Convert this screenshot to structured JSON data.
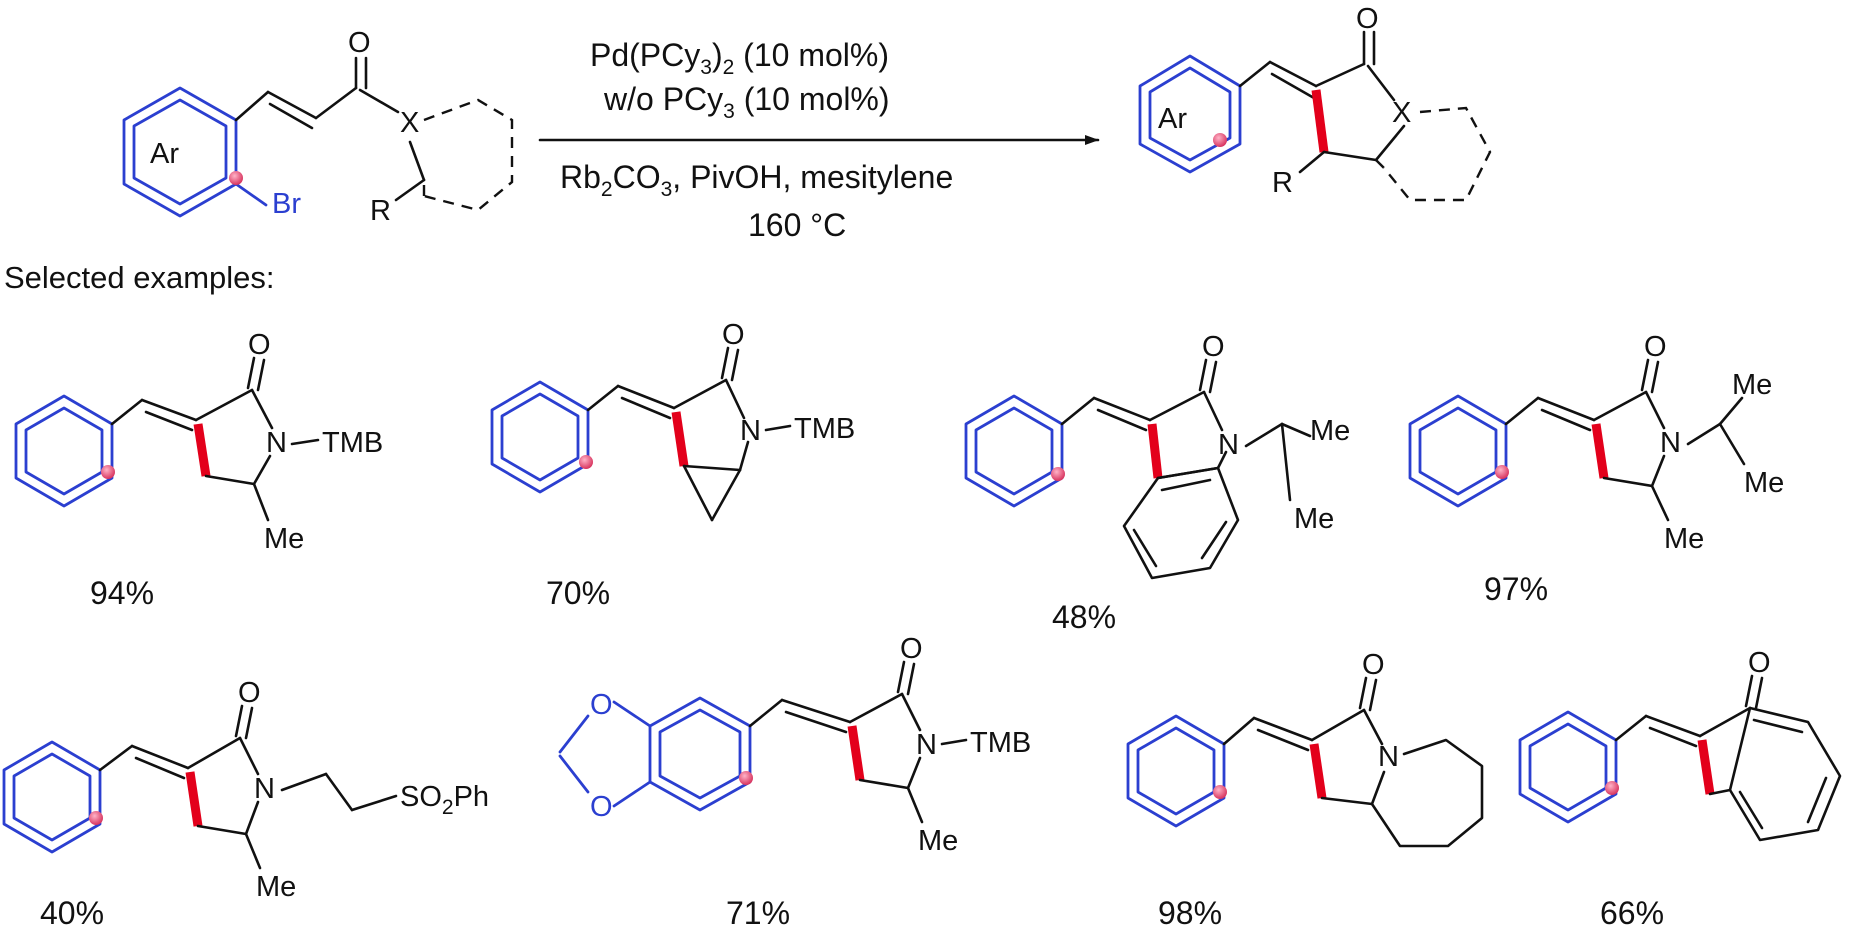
{
  "conditions": {
    "line1_main": "Pd(PCy",
    "line1_sub": "3",
    "line1_tail": ")",
    "line1_sub2": "2",
    "line1_end": " (10 mol%)",
    "line2_main": "w/o PCy",
    "line2_sub": "3",
    "line2_end": " (10 mol%)",
    "line3_a": "Rb",
    "line3_sub1": "2",
    "line3_b": "CO",
    "line3_sub2": "3",
    "line3_c": ", PivOH, mesitylene",
    "line4": "160 °C"
  },
  "substrate": {
    "ring": "Ar",
    "halogen": "Br",
    "o": "O",
    "x": "X",
    "r": "R"
  },
  "product": {
    "ring": "Ar",
    "o": "O",
    "x": "X",
    "r": "R"
  },
  "heading": "Selected examples:",
  "examples": [
    {
      "yield": "94%",
      "o": "O",
      "n": "N",
      "sub": "TMB",
      "me": "Me"
    },
    {
      "yield": "70%",
      "o": "O",
      "n": "N",
      "sub": "TMB"
    },
    {
      "yield": "48%",
      "o": "O",
      "n": "N",
      "me1": "Me",
      "me2": "Me"
    },
    {
      "yield": "97%",
      "o": "O",
      "n": "N",
      "me1": "Me",
      "me2": "Me",
      "me3": "Me"
    },
    {
      "yield": "40%",
      "o": "O",
      "n": "N",
      "so2_a": "SO",
      "so2_sub": "2",
      "so2_b": "Ph",
      "me": "Me"
    },
    {
      "yield": "71%",
      "o": "O",
      "n": "N",
      "sub": "TMB",
      "me": "Me",
      "o1": "O",
      "o2": "O"
    },
    {
      "yield": "98%",
      "o": "O",
      "n": "N"
    },
    {
      "yield": "66%",
      "o": "O"
    }
  ],
  "colors": {
    "aryl": "#2b3fd0",
    "new_bond": "#e3001b",
    "marker": "#e0557a"
  }
}
